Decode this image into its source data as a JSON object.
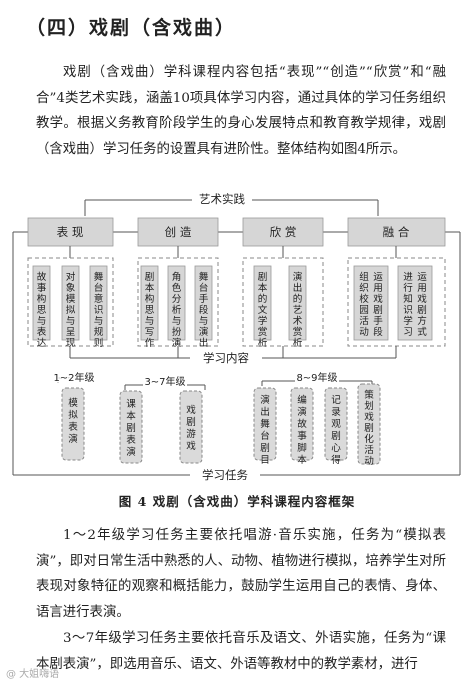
{
  "heading": "（四）戏剧（含戏曲）",
  "paragraph1": "戏剧（含戏曲）学科课程内容包括“表现”“创造”“欣赏”和“融合”4类艺术实践，涵盖10项具体学习内容，通过具体的学习任务组织教学。根据义务教育阶段学生的身心发展特点和教育教学规律，戏剧（含戏曲）学习任务的设置具有进阶性。整体结构如图4所示。",
  "diagram": {
    "top_label": "艺术实践",
    "middle_label": "学习内容",
    "bottom_label": "学习任务",
    "practices": [
      {
        "name": "表  现",
        "contents": [
          "故事构思与表达",
          "对象模拟与呈现",
          "舞台意识与规则"
        ]
      },
      {
        "name": "创  造",
        "contents": [
          "剧本构思与写作",
          "角色分析与扮演",
          "舞台手段与演出"
        ]
      },
      {
        "name": "欣  赏",
        "contents": [
          "剧本的文学赏析",
          "演出的艺术赏析"
        ]
      },
      {
        "name": "融  合",
        "contents": [
          "组织校园活动",
          "运用戏剧手段",
          "进行知识学习",
          "运用戏剧方式"
        ]
      }
    ],
    "grade_groups": [
      {
        "grade": "1~2年级",
        "tasks": [
          "模拟表演"
        ]
      },
      {
        "grade": "3~7年级",
        "tasks": [
          "课本剧表演",
          "戏剧游戏"
        ]
      },
      {
        "grade": "8~9年级",
        "tasks": [
          "演出舞台剧目",
          "编演故事脚本",
          "记录观剧心得",
          "策划戏剧化活动"
        ]
      }
    ]
  },
  "caption": "图 4   戏剧（含戏曲）学科课程内容框架",
  "paragraph2": "1～2年级学习任务主要依托唱游·音乐实施，任务为“模拟表演”，即对日常生活中熟悉的人、动物、植物进行模拟，培养学生对所表现对象特征的观察和概括能力，鼓励学生运用自己的表情、身体、语言进行表演。",
  "paragraph3": "3～7年级学习任务主要依托音乐及语文、外语实施，任务为“课本剧表演”，即选用音乐、语文、外语等教材中的教学素材，进行",
  "watermark": "@ 大姐嗨语"
}
